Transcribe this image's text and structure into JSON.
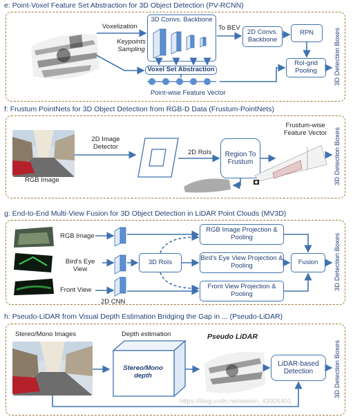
{
  "sections": [
    {
      "title": "e: Point-Voxel Feature Set Abstraction for 3D Object Detection (PV-RCNN)",
      "voxelization": "Voxelization",
      "backbone3d": "3D Convs. Backbone",
      "to_bev": "To BEV",
      "backbone2d": "2D Convs. Backbone",
      "rpn": "RPN",
      "keypoints": "Keypoints Sampling",
      "vsa": "Voxel Set Abstraction",
      "roi_pool": "RoI-grid Pooling",
      "pw_vector": "Point-wise Feature Vector",
      "output": "3D Detection Boxes"
    },
    {
      "title": "f: Frustum PointNets for 3D Object Detection from RGB-D Data (Frustum-PointNets)",
      "rgb_image": "RGB Image",
      "detector": "2D Image Detector",
      "rois": "2D RoIs",
      "region": "Region To Frustum",
      "frustum_vec": "Frustum-wise Feature Vector",
      "output": "3D Detection Boxes"
    },
    {
      "title": "g: End-to-End Multi-View Fusion for 3D Object Detection in LiDAR Point Clouds (MV3D)",
      "rgb_in": "RGB Image",
      "bev_in": "Bird's Eye View",
      "front_in": "Front View",
      "cnn": "2D CNN",
      "rois3d": "3D RoIs",
      "rgb_proj": "RGB Image Projection & Pooling",
      "bev_proj": "Bird's Eye View Projection & Pooling",
      "front_proj": "Front View Projection & Pooling",
      "fusion": "Fusion",
      "output": "3D Detection Boxes"
    },
    {
      "title": "h: Pseudo-LiDAR from Visual Depth Estimation Bridging the Gap in ... (Pseudo-LiDAR)",
      "images": "Stereo/Mono Images",
      "depth_est": "Depth estimation",
      "depth_box": "Stereo/Mono depth",
      "pseudo": "Pseudo LiDAR",
      "lidar_det": "LiDAR-based Detection",
      "output": "3D Detection Boxes"
    }
  ],
  "watermark": "https://blog.csdn.net/weixin_43905401",
  "colors": {
    "accent": "#3f72b0",
    "panel_border": "#9b7a3a",
    "title": "#1f3f76"
  }
}
